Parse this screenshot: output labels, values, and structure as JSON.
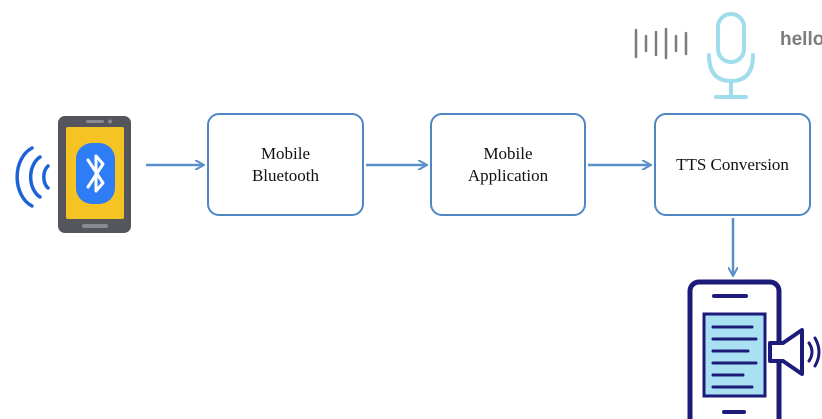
{
  "diagram": {
    "nodes": [
      {
        "id": "bt",
        "lines": [
          "Mobile",
          "Bluetooth"
        ]
      },
      {
        "id": "app",
        "lines": [
          "Mobile",
          "Application"
        ]
      },
      {
        "id": "tts",
        "lines": [
          "TTS Conversion"
        ]
      }
    ],
    "edges": [
      {
        "from": "phone-bluetooth",
        "to": "bt"
      },
      {
        "from": "bt",
        "to": "app"
      },
      {
        "from": "app",
        "to": "tts"
      },
      {
        "from": "tts",
        "to": "phone-speaker"
      }
    ],
    "voice_label": "hello",
    "icons": [
      "bluetooth-phone-icon",
      "wireless-signal-icon",
      "sound-wave-icon",
      "microphone-icon",
      "phone-speaker-icon"
    ],
    "colors": {
      "box_border": "#4f87c4",
      "arrow": "#5b8fc9",
      "phone_yellow": "#f6c324",
      "bluetooth_blue": "#2e7cf6",
      "signal_blue": "#1e63d6",
      "mic_cyan": "#9fdcec",
      "speaker_navy": "#1d1b7a"
    }
  }
}
